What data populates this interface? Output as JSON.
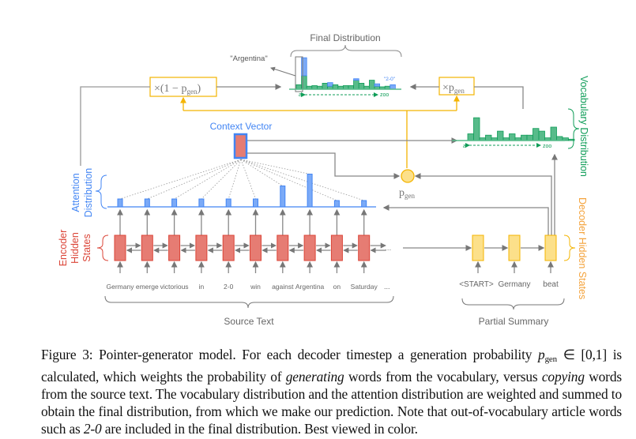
{
  "colors": {
    "encoder": "#e67c73",
    "encoder_border": "#db4437",
    "decoder": "#fce08a",
    "decoder_border": "#f4b400",
    "attention": "#7baaf7",
    "attention_border": "#4285f4",
    "vocab": "#57bb8a",
    "vocab_border": "#0f9d58",
    "gray": "#8a8a8a",
    "text_gray": "#666666",
    "pgen_line": "#f4b400"
  },
  "labels": {
    "final_distribution": "Final Distribution",
    "argentina_annotation": "\"Argentina\"",
    "two_zero_annotation": "\"2-0\"",
    "axis_a": "a",
    "axis_zoo": "zoo",
    "one_minus_pgen": "×(1 − p",
    "one_minus_pgen_sub": "gen",
    "one_minus_pgen_close": ")",
    "times_pgen": "×p",
    "times_pgen_sub": "gen",
    "context_vector": "Context Vector",
    "pgen": "p",
    "pgen_sub": "gen",
    "vocabulary_distribution": "Vocabulary Distribution",
    "attention_line1": "Attention",
    "attention_line2": "Distribution",
    "encoder_line1": "Encoder",
    "encoder_line2": "Hidden",
    "encoder_line3": "States",
    "decoder_hidden_states": "Decoder Hidden States",
    "source_text": "Source Text",
    "partial_summary": "Partial Summary",
    "ellipsis": "..."
  },
  "source_words": [
    "Germany",
    "emerge",
    "victorious",
    "in",
    "2-0",
    "win",
    "against",
    "Argentina",
    "on",
    "Saturday"
  ],
  "summary_words": [
    "<START>",
    "Germany",
    "beat"
  ],
  "attention_weights": [
    0.12,
    0.12,
    0.12,
    0.12,
    0.12,
    0.12,
    0.45,
    0.75,
    0.08,
    0.08
  ],
  "vocab_distribution": [
    0.25,
    0.85,
    0.1,
    0.2,
    0.1,
    0.35,
    0.1,
    0.25,
    0.1,
    0.2,
    0.2,
    0.45,
    0.35,
    0.1,
    0.5,
    0.15,
    0.1,
    0.05
  ],
  "final_distribution": {
    "vocab_part": [
      0.15,
      0.45,
      0.1,
      0.12,
      0.1,
      0.2,
      0.1,
      0.15,
      0.1,
      0.12,
      0.12,
      0.3,
      0.2,
      0.1,
      0.3,
      0.1,
      0.08,
      0.1,
      0
    ],
    "attn_part": [
      0,
      0.6,
      0,
      0,
      0,
      0,
      0.12,
      0,
      0,
      0,
      0,
      0.05,
      0,
      0,
      0,
      0.08,
      0,
      0,
      0.15
    ]
  },
  "caption": {
    "prefix": "Figure 3: Pointer-generator model. For each decoder timestep a generation probability ",
    "pgen": "p",
    "pgen_sub": "gen",
    "range": " ∈ [0,1] is calculated, which weights the probability of ",
    "generating": "generating",
    "mid1": " words from the vocabulary, versus ",
    "copying": "copying",
    "mid2": " words from the source text. The vocabulary distribution and the attention distribution are weighted and summed to obtain the final distribution, from which we make our prediction. Note that out-of-vocabulary article words such as ",
    "two_zero": "2-0",
    "suffix": " are included in the final distribution. Best viewed in color."
  }
}
